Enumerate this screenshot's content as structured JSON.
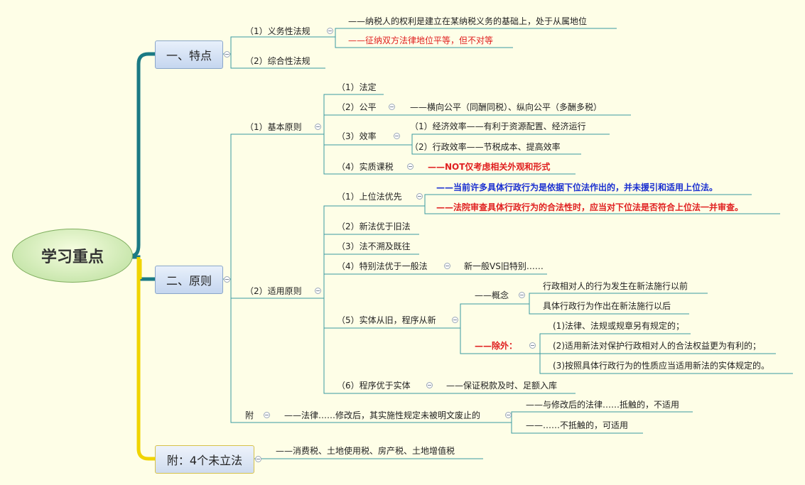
{
  "root": "学习重点",
  "b1": {
    "label": "一、特点",
    "n1": "（1）义务性法规",
    "n1a": "——纳税人的权利是建立在某纳税义务的基础上，处于从属地位",
    "n1b": "——征纳双方法律地位平等，但不对等",
    "n2": "（2）综合性法规"
  },
  "b2": {
    "label": "二、原则",
    "basic": {
      "label": "（1）基本原则",
      "fading": "（1）法定",
      "fair": "（2）公平",
      "fair_note": "——横向公平（同酬同税）、纵向公平（多酬多税）",
      "eff": "（3）效率",
      "eff1": "（1）经济效率——有利于资源配置、经济运行",
      "eff2": "（2）行政效率——节税成本、提高效率",
      "sub": "（4）实质课税",
      "sub_note": "——NOT仅考虑相关外观和形式"
    },
    "apply": {
      "label": "（2）适用原则",
      "a1": "（1）上位法优先",
      "a1x": "——当前许多具体行政行为是依据下位法作出的，并未援引和适用上位法。",
      "a1y": "——法院审查具体行政行为的合法性时，应当对下位法是否符合上位法一并审查。",
      "a2": "（2）新法优于旧法",
      "a3": "（3）法不溯及既往",
      "a4": "（4）特别法优于一般法",
      "a4_note": "新一般VS旧特别……",
      "a5": "（5）实体从旧，程序从新",
      "concept": "——概念",
      "concept1": "行政相对人的行为发生在新法施行以前",
      "concept2": "具体行政行为作出在新法施行以后",
      "except": "——除外：",
      "ex1": "(1)法律、法规或规章另有规定的；",
      "ex2": "(2)适用新法对保护行政相对人的合法权益更为有利的；",
      "ex3": "(3)按照具体行政行为的性质应当适用新法的实体规定的。",
      "a6": "（6）程序优于实体",
      "a6_note": "——保证税款及时、足额入库"
    },
    "fu": {
      "label": "附",
      "note": "——法律……修改后，其实施性规定未被明文废止的",
      "r1": "——与修改后的法律……抵触的，不适用",
      "r2": "——……不抵触的，可适用"
    }
  },
  "b3": {
    "label": "附：4个未立法",
    "note": "——消费税、土地使用税、房产税、土地增值税"
  }
}
